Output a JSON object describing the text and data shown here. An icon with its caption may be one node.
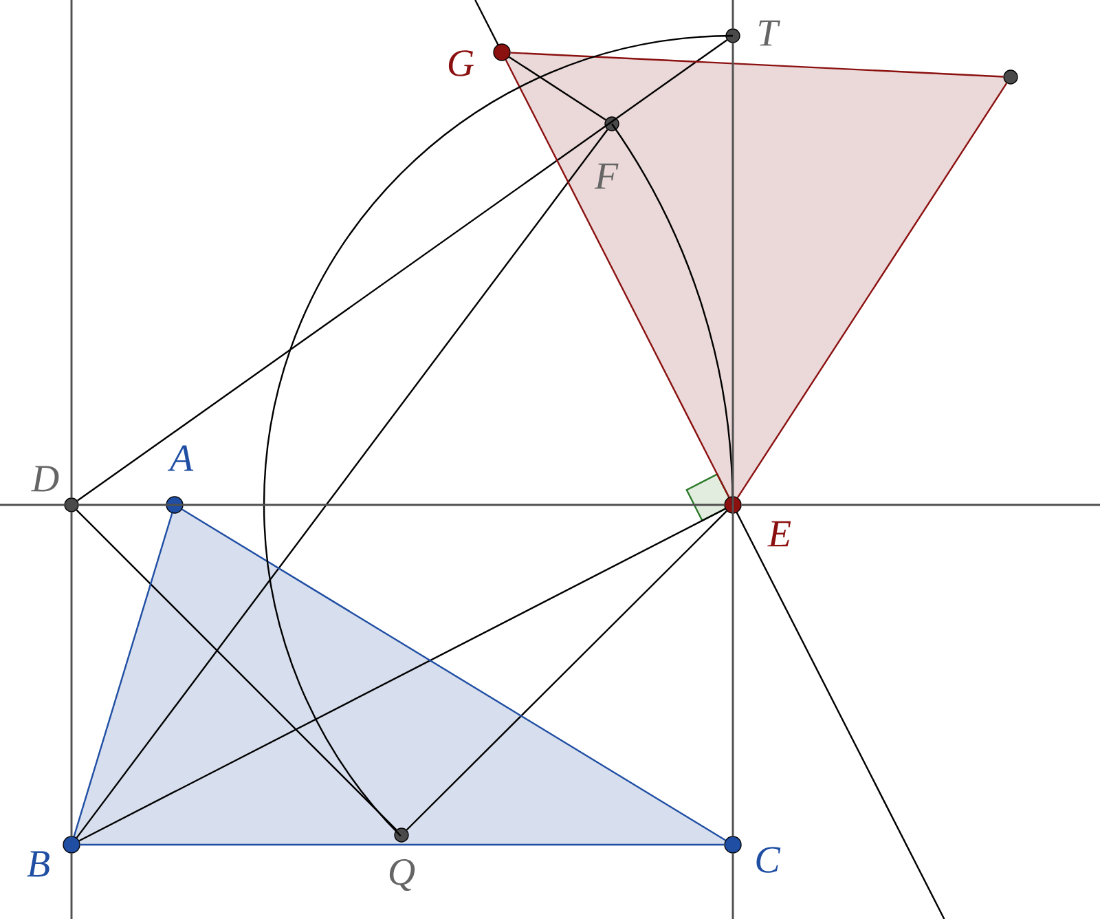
{
  "diagram": {
    "nodes": [
      {
        "text": [],
        "shape": "circle",
        "beside": [
          "G"
        ]
      },
      {
        "text": [],
        "shape": "circle",
        "beside": [
          "T"
        ]
      },
      {
        "text": [],
        "shape": "circle"
      },
      {
        "text": [],
        "shape": "circle",
        "beside": [
          "F"
        ]
      },
      {
        "text": [],
        "shape": "circle",
        "beside": [
          "D"
        ]
      },
      {
        "text": [],
        "shape": "circle",
        "beside": [
          "A"
        ]
      },
      {
        "text": [],
        "shape": "circle",
        "beside": [
          "E"
        ]
      },
      {
        "text": [],
        "shape": "circle",
        "beside": [
          "B"
        ]
      },
      {
        "text": [],
        "shape": "circle",
        "beside": [
          "Q"
        ]
      },
      {
        "text": [],
        "shape": "circle",
        "beside": [
          "C"
        ]
      }
    ],
    "edges": [
      {
        "from": 4,
        "to": 1,
        "arrow": "none"
      },
      {
        "from": 4,
        "to": 8,
        "arrow": "none"
      },
      {
        "from": 7,
        "to": 3,
        "arrow": "none"
      },
      {
        "from": 7,
        "to": 6,
        "arrow": "none"
      },
      {
        "from": 8,
        "to": 6,
        "arrow": "none"
      },
      {
        "from": 0,
        "to": 3,
        "arrow": "none"
      },
      {
        "from": 0,
        "to": 6,
        "arrow": "none",
        "color": "#8b1010"
      },
      {
        "from": 0,
        "to": 2,
        "arrow": "none",
        "color": "#8b1010"
      },
      {
        "from": 2,
        "to": 6,
        "arrow": "none",
        "color": "#8b1010"
      },
      {
        "from": 5,
        "to": 7,
        "arrow": "none",
        "color": "#1f4ea3"
      },
      {
        "from": 7,
        "to": 9,
        "arrow": "none",
        "color": "#1f4ea3"
      },
      {
        "from": 9,
        "to": 5,
        "arrow": "none",
        "color": "#1f4ea3"
      },
      {
        "from": 1,
        "to": 8,
        "arrow": "none"
      },
      {
        "from": 3,
        "to": 6,
        "arrow": "none"
      },
      {
        "from": 4,
        "to": 7,
        "arrow": "none",
        "color": "#505050"
      },
      {
        "from": 1,
        "to": 9,
        "arrow": "none",
        "color": "#505050"
      },
      {
        "from": 4,
        "to": 6,
        "arrow": "none",
        "color": "#505050"
      }
    ]
  }
}
